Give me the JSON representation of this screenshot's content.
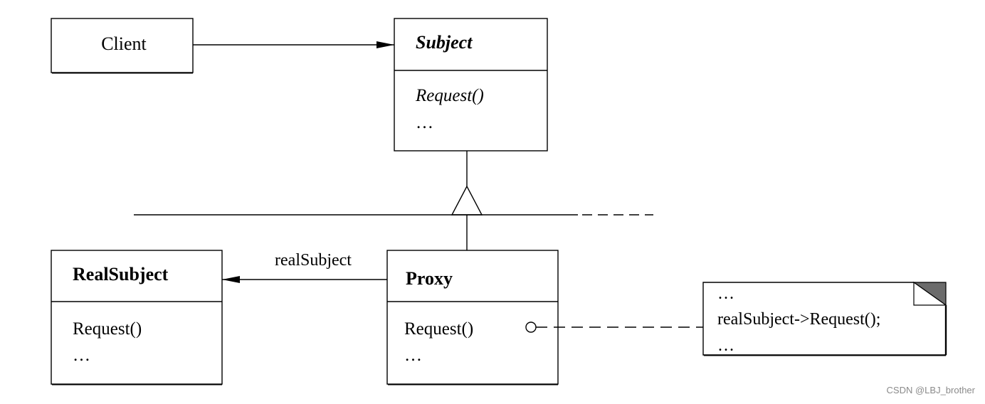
{
  "classes": {
    "client": {
      "name": "Client"
    },
    "subject": {
      "name": "Subject",
      "ops": [
        "Request()",
        "…"
      ]
    },
    "real_subject": {
      "name": "RealSubject",
      "ops": [
        "Request()",
        "…"
      ]
    },
    "proxy": {
      "name": "Proxy",
      "ops": [
        "Request()",
        "…"
      ]
    }
  },
  "associations": {
    "proxy_to_real": "realSubject"
  },
  "note": {
    "lines": [
      "…",
      "realSubject->Request();",
      "…"
    ]
  },
  "watermark": "CSDN @LBJ_brother"
}
